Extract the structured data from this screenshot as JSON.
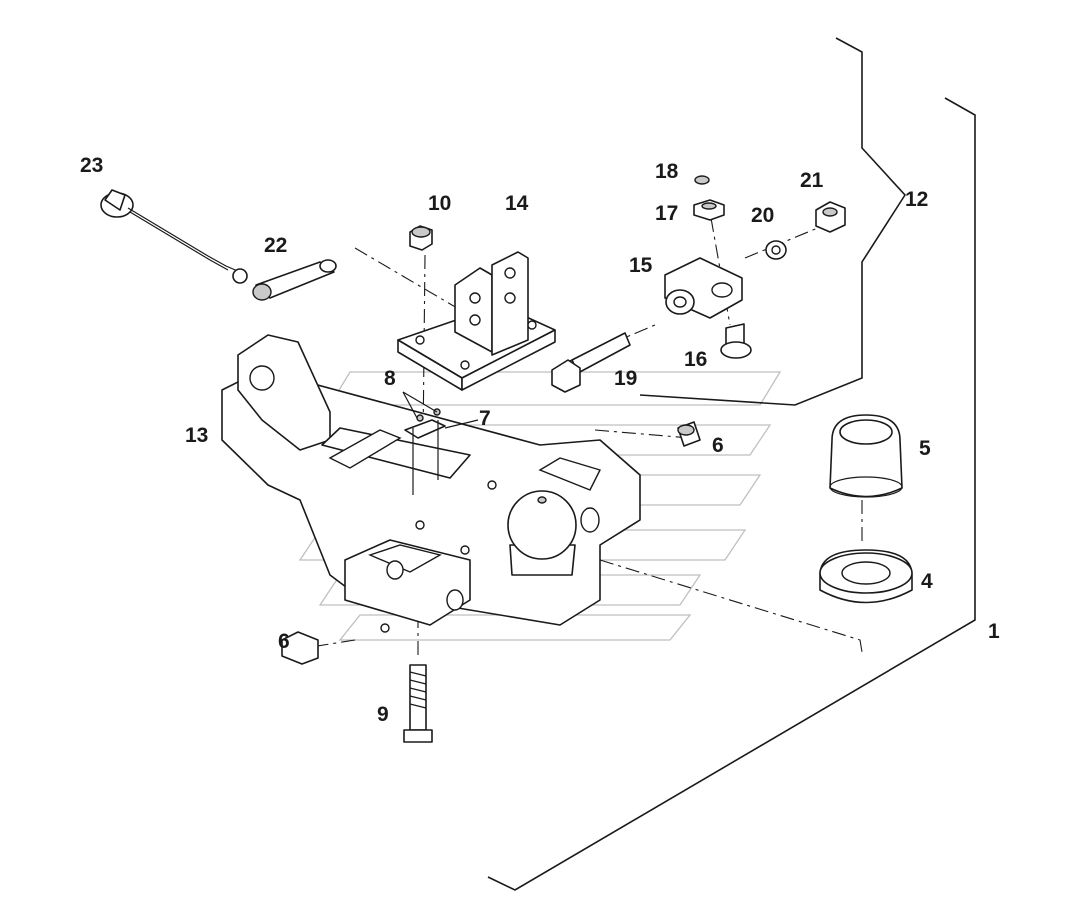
{
  "callouts": [
    {
      "id": "c1",
      "text": "1"
    },
    {
      "id": "c4",
      "text": "4"
    },
    {
      "id": "c5",
      "text": "5"
    },
    {
      "id": "c6a",
      "text": "6"
    },
    {
      "id": "c6b",
      "text": "6"
    },
    {
      "id": "c7",
      "text": "7"
    },
    {
      "id": "c8",
      "text": "8"
    },
    {
      "id": "c9",
      "text": "9"
    },
    {
      "id": "c10",
      "text": "10"
    },
    {
      "id": "c12",
      "text": "12"
    },
    {
      "id": "c13",
      "text": "13"
    },
    {
      "id": "c14",
      "text": "14"
    },
    {
      "id": "c15",
      "text": "15"
    },
    {
      "id": "c16",
      "text": "16"
    },
    {
      "id": "c17",
      "text": "17"
    },
    {
      "id": "c18",
      "text": "18"
    },
    {
      "id": "c19",
      "text": "19"
    },
    {
      "id": "c20",
      "text": "20"
    },
    {
      "id": "c21",
      "text": "21"
    },
    {
      "id": "c22",
      "text": "22"
    },
    {
      "id": "c23",
      "text": "23"
    }
  ]
}
